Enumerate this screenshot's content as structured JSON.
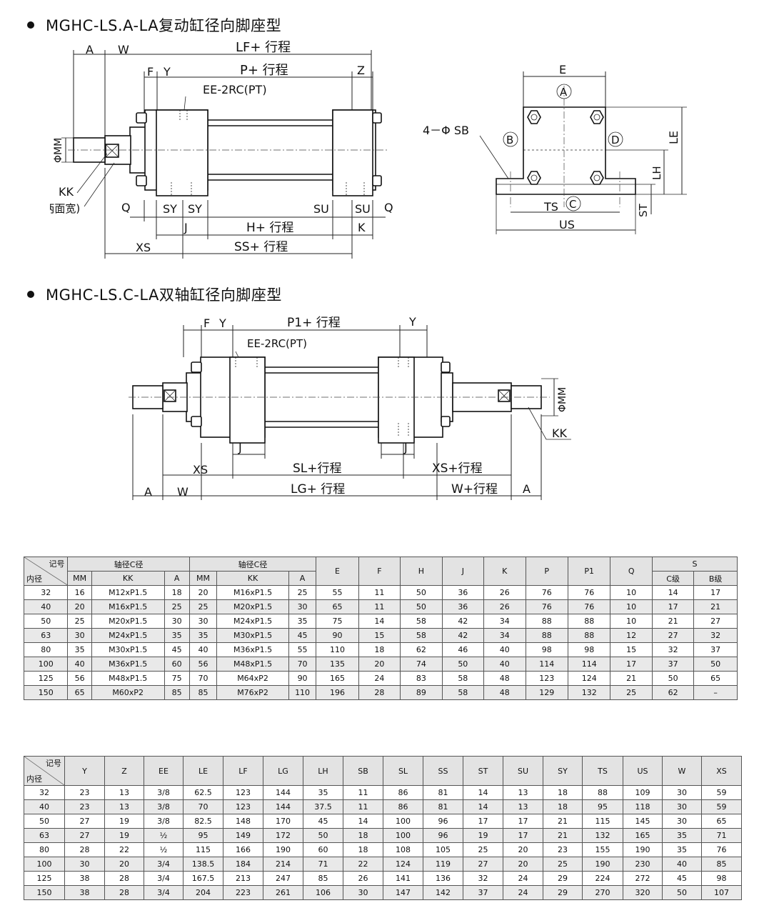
{
  "headings": {
    "section_a": "MGHC-LS.A-LA复动缸径向脚座型",
    "section_c": "MGHC-LS.C-LA双轴缸径向脚座型"
  },
  "drawing_a": {
    "labels": {
      "a": "A",
      "w": "W",
      "lf": "LF+ 行程",
      "f": "F",
      "y": "Y",
      "p": "P+ 行程",
      "z": "Z",
      "ee": "EE-2RC(PT)",
      "mm": "ΦMM",
      "kk": "KK",
      "s": "S(两面宽)",
      "q_left": "Q",
      "sy1": "SY",
      "sy2": "SY",
      "su1": "SU",
      "su2": "SU",
      "q_right": "Q",
      "j": "J",
      "h": "H+ 行程",
      "k": "K",
      "xs": "XS",
      "ss": "SS+ 行程"
    }
  },
  "drawing_side": {
    "labels": {
      "e": "E",
      "a": "A",
      "b": "B",
      "c": "C",
      "d": "D",
      "sb": "4－Φ SB",
      "le": "LE",
      "lh": "LH",
      "st": "ST",
      "ts": "TS",
      "us": "US"
    }
  },
  "drawing_c": {
    "labels": {
      "f": "F",
      "y1": "Y",
      "p1": "P1+ 行程",
      "y2": "Y",
      "ee": "EE-2RC(PT)",
      "mm": "ΦMM",
      "kk": "KK",
      "j1": "J",
      "j2": "J",
      "xs1": "XS",
      "sl": "SL+行程",
      "xs2": "XS+行程",
      "a1": "A",
      "w1": "W",
      "lg": "LG+ 行程",
      "w2": "W+行程",
      "a2": "A"
    }
  },
  "table1": {
    "corner_top": "记号",
    "corner_bottom": "内径",
    "group1": "轴径C径",
    "group2": "轴径C径",
    "s_header": "S",
    "headers": [
      "MM",
      "KK",
      "A",
      "MM",
      "KK",
      "A",
      "E",
      "F",
      "H",
      "J",
      "K",
      "P",
      "P1",
      "Q",
      "C级",
      "B级"
    ],
    "rows": [
      [
        "32",
        "16",
        "M12xP1.5",
        "18",
        "20",
        "M16xP1.5",
        "25",
        "55",
        "11",
        "50",
        "36",
        "26",
        "76",
        "76",
        "10",
        "14",
        "17"
      ],
      [
        "40",
        "20",
        "M16xP1.5",
        "25",
        "25",
        "M20xP1.5",
        "30",
        "65",
        "11",
        "50",
        "36",
        "26",
        "76",
        "76",
        "10",
        "17",
        "21"
      ],
      [
        "50",
        "25",
        "M20xP1.5",
        "30",
        "30",
        "M24xP1.5",
        "35",
        "75",
        "14",
        "58",
        "42",
        "34",
        "88",
        "88",
        "10",
        "21",
        "27"
      ],
      [
        "63",
        "30",
        "M24xP1.5",
        "35",
        "35",
        "M30xP1.5",
        "45",
        "90",
        "15",
        "58",
        "42",
        "34",
        "88",
        "88",
        "12",
        "27",
        "32"
      ],
      [
        "80",
        "35",
        "M30xP1.5",
        "45",
        "40",
        "M36xP1.5",
        "55",
        "110",
        "18",
        "62",
        "46",
        "40",
        "98",
        "98",
        "15",
        "32",
        "37"
      ],
      [
        "100",
        "40",
        "M36xP1.5",
        "60",
        "56",
        "M48xP1.5",
        "70",
        "135",
        "20",
        "74",
        "50",
        "40",
        "114",
        "114",
        "17",
        "37",
        "50"
      ],
      [
        "125",
        "56",
        "M48xP1.5",
        "75",
        "70",
        "M64xP2",
        "90",
        "165",
        "24",
        "83",
        "58",
        "48",
        "123",
        "124",
        "21",
        "50",
        "65"
      ],
      [
        "150",
        "65",
        "M60xP2",
        "85",
        "85",
        "M76xP2",
        "110",
        "196",
        "28",
        "89",
        "58",
        "48",
        "129",
        "132",
        "25",
        "62",
        "–"
      ]
    ]
  },
  "table2": {
    "corner_top": "记号",
    "corner_bottom": "内径",
    "headers": [
      "Y",
      "Z",
      "EE",
      "LE",
      "LF",
      "LG",
      "LH",
      "SB",
      "SL",
      "SS",
      "ST",
      "SU",
      "SY",
      "TS",
      "US",
      "W",
      "XS"
    ],
    "rows": [
      [
        "32",
        "23",
        "13",
        "3/8",
        "62.5",
        "123",
        "144",
        "35",
        "11",
        "86",
        "81",
        "14",
        "13",
        "18",
        "88",
        "109",
        "30",
        "59"
      ],
      [
        "40",
        "23",
        "13",
        "3/8",
        "70",
        "123",
        "144",
        "37.5",
        "11",
        "86",
        "81",
        "14",
        "13",
        "18",
        "95",
        "118",
        "30",
        "59"
      ],
      [
        "50",
        "27",
        "19",
        "3/8",
        "82.5",
        "148",
        "170",
        "45",
        "14",
        "100",
        "96",
        "17",
        "17",
        "21",
        "115",
        "145",
        "30",
        "65"
      ],
      [
        "63",
        "27",
        "19",
        "½",
        "95",
        "149",
        "172",
        "50",
        "18",
        "100",
        "96",
        "19",
        "17",
        "21",
        "132",
        "165",
        "35",
        "71"
      ],
      [
        "80",
        "28",
        "22",
        "½",
        "115",
        "166",
        "190",
        "60",
        "18",
        "108",
        "105",
        "25",
        "20",
        "23",
        "155",
        "190",
        "35",
        "76"
      ],
      [
        "100",
        "30",
        "20",
        "3/4",
        "138.5",
        "184",
        "214",
        "71",
        "22",
        "124",
        "119",
        "27",
        "20",
        "25",
        "190",
        "230",
        "40",
        "85"
      ],
      [
        "125",
        "38",
        "28",
        "3/4",
        "167.5",
        "213",
        "247",
        "85",
        "26",
        "141",
        "136",
        "32",
        "24",
        "29",
        "224",
        "272",
        "45",
        "98"
      ],
      [
        "150",
        "38",
        "28",
        "3/4",
        "204",
        "223",
        "261",
        "106",
        "30",
        "147",
        "142",
        "37",
        "24",
        "29",
        "270",
        "320",
        "50",
        "107"
      ]
    ]
  }
}
